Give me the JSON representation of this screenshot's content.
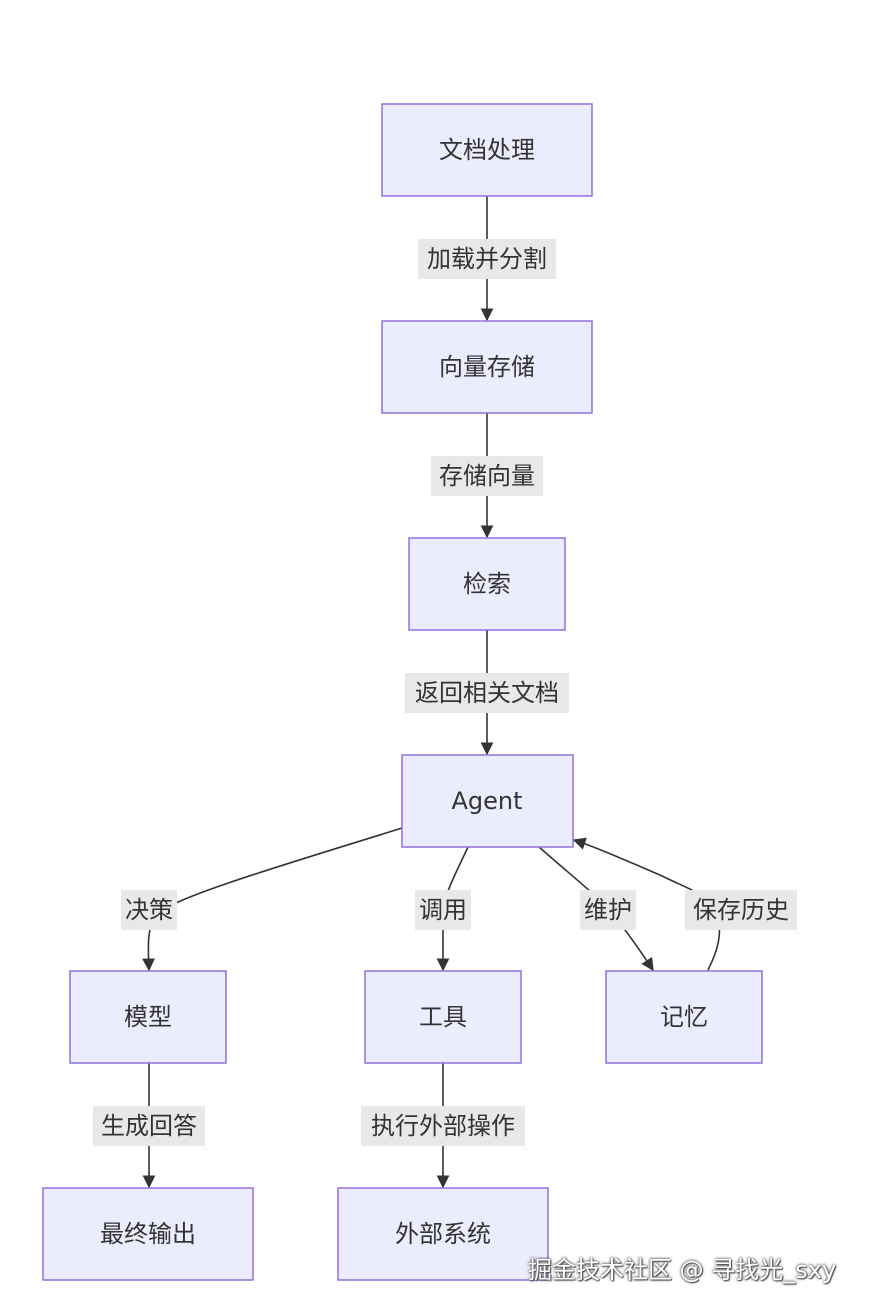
{
  "nodes": {
    "doc_processing": "文档处理",
    "vector_store": "向量存储",
    "retrieval": "检索",
    "agent": "Agent",
    "model": "模型",
    "tools": "工具",
    "memory": "记忆",
    "final_output": "最终输出",
    "external_system": "外部系统"
  },
  "edges": {
    "load_split": "加载并分割",
    "store_vectors": "存储向量",
    "return_docs": "返回相关文档",
    "decide": "决策",
    "invoke": "调用",
    "maintain": "维护",
    "save_history": "保存历史",
    "generate_answer": "生成回答",
    "execute_external": "执行外部操作"
  },
  "watermark": "掘金技术社区 @ 寻找光_sxy",
  "colors": {
    "node_fill": "#ececff",
    "node_stroke": "#9370db",
    "edge": "#333333",
    "label_bg": "#e8e8e8"
  }
}
